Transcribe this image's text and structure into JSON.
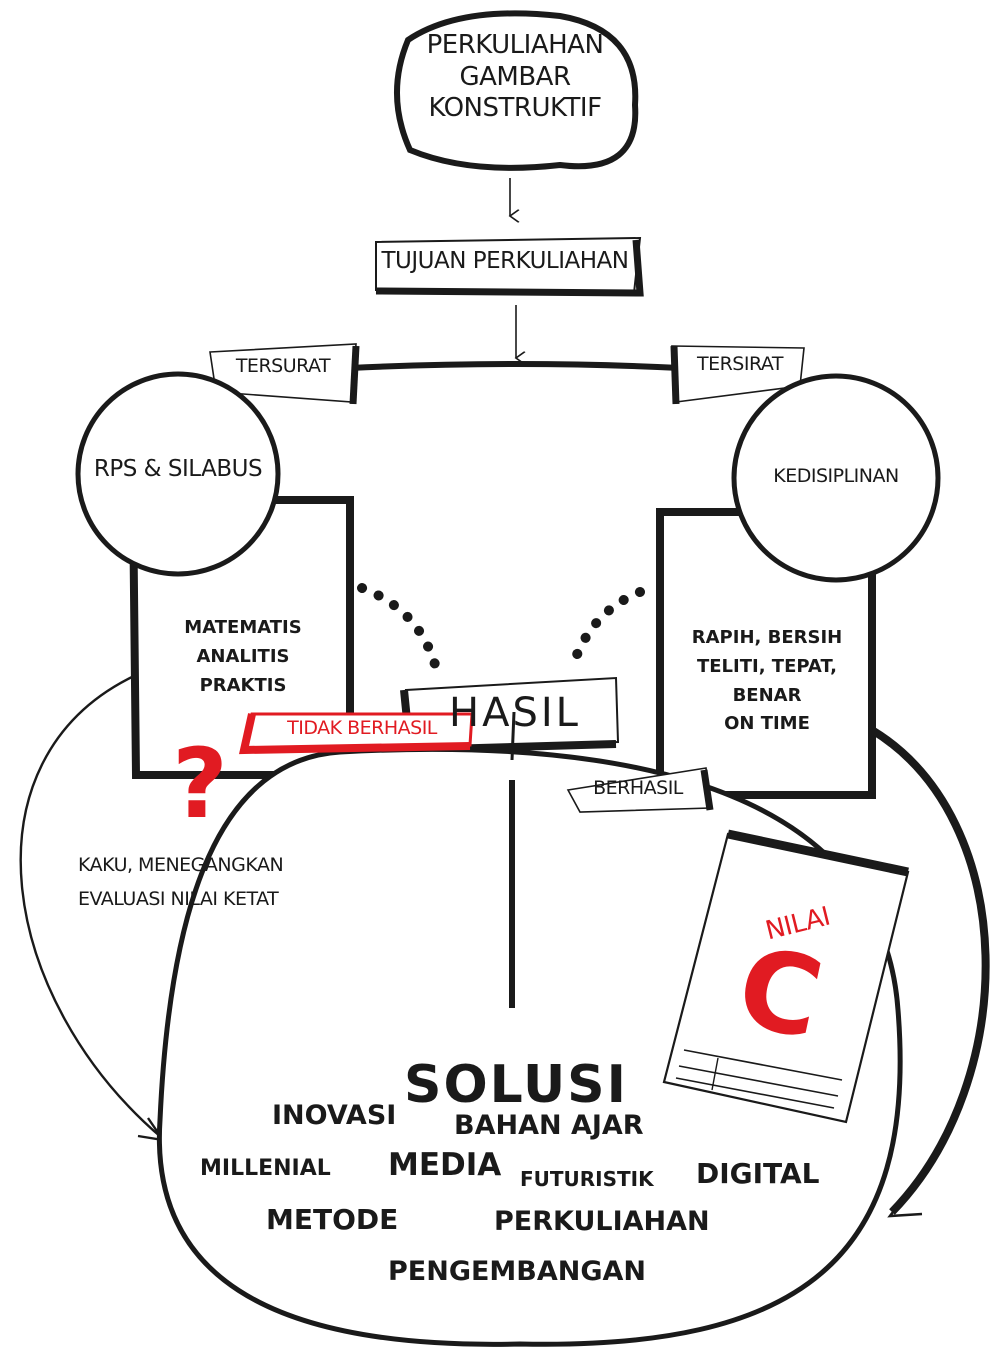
{
  "colors": {
    "ink": "#1a1a1a",
    "accent": "#e11b22",
    "paper": "#ffffff"
  },
  "top_node": {
    "lines": [
      "PERKULIAHAN",
      "GAMBAR",
      "KONSTRUKTIF"
    ]
  },
  "goal_node": {
    "label": "TUJUAN PERKULIAHAN"
  },
  "left_branch": {
    "tag": "TERSURAT",
    "circle": "RPS & SILABUS",
    "box_lines": [
      "MATEMATIS",
      "ANALITIS",
      "PRAKTIS"
    ]
  },
  "right_branch": {
    "tag": "TERSIRAT",
    "circle": "KEDISIPLINAN",
    "box_lines": [
      "RAPIH, BERSIH",
      "TELITI, TEPAT,",
      "BENAR",
      "ON TIME"
    ]
  },
  "result": {
    "label": "HASIL",
    "minus": "−",
    "plus": "+"
  },
  "negative_notes": [
    "KAKU, MENEGANGKAN",
    "EVALUASI NILAI KETAT"
  ],
  "question_mark": "?",
  "fail_label": "TIDAK BERHASIL",
  "success_label": "BERHASIL",
  "grade_card": {
    "title": "NILAI",
    "grade": "C"
  },
  "solution": {
    "title": "SOLUSI",
    "words": [
      "INOVASI",
      "BAHAN AJAR",
      "MILLENIAL",
      "MEDIA",
      "FUTURISTIK",
      "DIGITAL",
      "METODE",
      "PERKULIAHAN",
      "PENGEMBANGAN"
    ]
  }
}
